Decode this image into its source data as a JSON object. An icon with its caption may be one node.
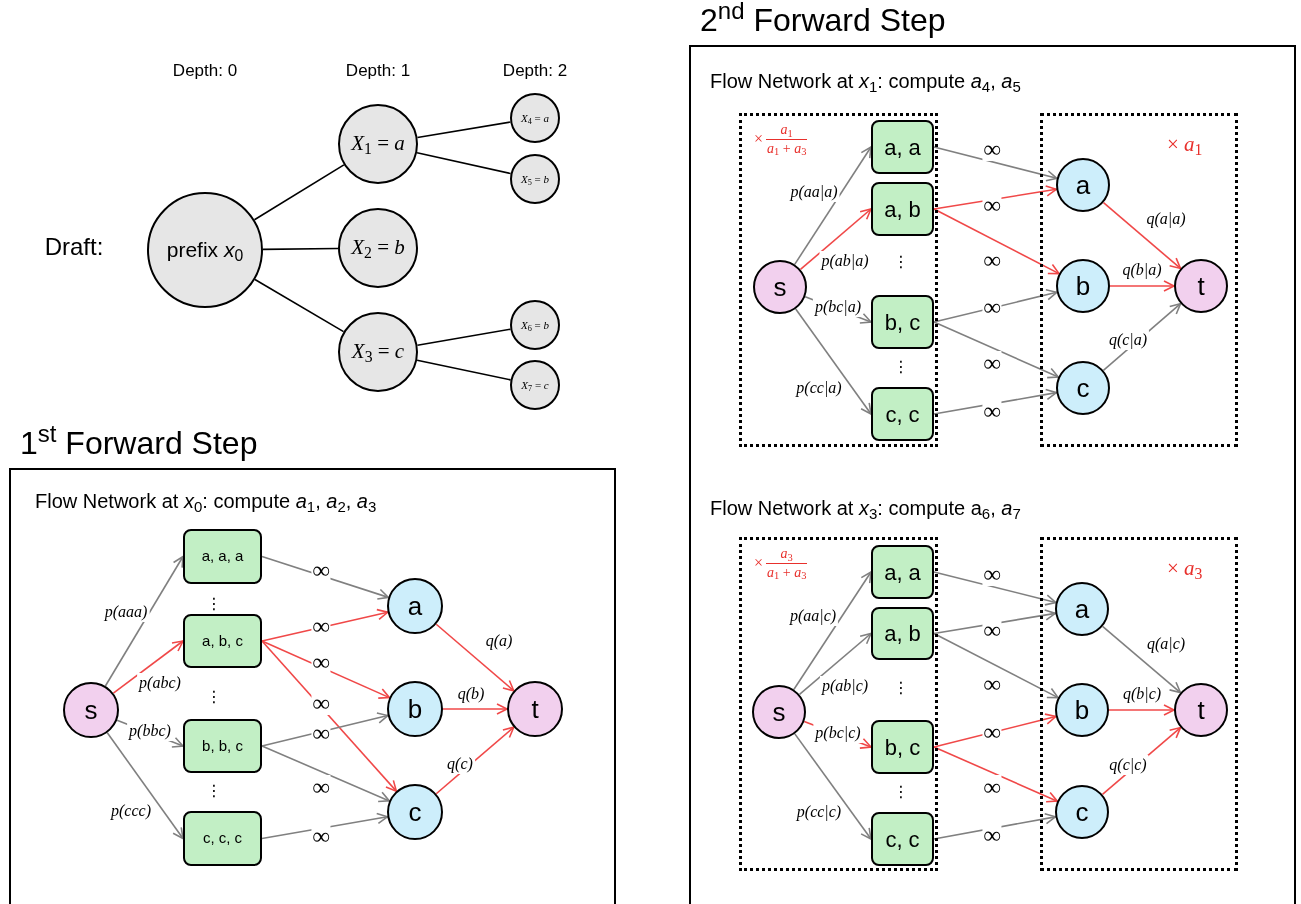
{
  "diagram": {
    "nodes": [
      {
        "text": [
          "prefix *x*$_{0}$"
        ]
      },
      {
        "text": [
          "*X*$_{1}$ = *a*"
        ]
      },
      {
        "text": [
          "*X*$_{2}$ = *b*"
        ]
      },
      {
        "text": [
          "*X*$_{3}$ = *c*"
        ]
      },
      {
        "text": [
          "*X*$_{4}$ = *a*"
        ]
      },
      {
        "text": [
          "*X*$_{5}$ = *b*"
        ]
      },
      {
        "text": [
          "*X*$_{6}$ = *b*"
        ]
      },
      {
        "text": [
          "*X*$_{7}$ = *c*"
        ]
      },
      {
        "text": [
          "1$^{st}$ Forward Step",
          "Flow Network at *x*$_{0}$: compute *a*$_{1}$, *a*$_{2}$, *a*$_{3}$"
        ]
      },
      {
        "text": [
          "s"
        ],
        "in": 8
      },
      {
        "text": [
          "a, a, a"
        ],
        "in": 8
      },
      {
        "text": [
          "a, b, c"
        ],
        "in": 8
      },
      {
        "text": [
          "b, b, c"
        ],
        "in": 8
      },
      {
        "text": [
          "c, c, c"
        ],
        "in": 8
      },
      {
        "text": [
          "a"
        ],
        "in": 8
      },
      {
        "text": [
          "b"
        ],
        "in": 8
      },
      {
        "text": [
          "c"
        ],
        "in": 8
      },
      {
        "text": [
          "t"
        ],
        "in": 8
      },
      {
        "text": [
          "2$^{nd}$ Forward Step"
        ]
      },
      {
        "text": [
          "×",
          "*a*$_{1}$",
          "*a*$_{1}$ + *a*$_{3}$"
        ],
        "in": 18
      },
      {
        "text": [
          "s"
        ],
        "in": 19
      },
      {
        "text": [
          "a, a"
        ],
        "in": 19
      },
      {
        "text": [
          "a, b"
        ],
        "in": 19
      },
      {
        "text": [
          "b, c"
        ],
        "in": 19
      },
      {
        "text": [
          "c, c"
        ],
        "in": 19
      },
      {
        "text": [
          "× *a*$_{1}$"
        ],
        "in": 18
      },
      {
        "text": [
          "a"
        ],
        "in": 25
      },
      {
        "text": [
          "b"
        ],
        "in": 25
      },
      {
        "text": [
          "c"
        ],
        "in": 25
      },
      {
        "text": [
          "t"
        ],
        "in": 25
      },
      {
        "text": [
          "×",
          "*a*$_{3}$",
          "*a*$_{1}$ + *a*$_{3}$"
        ],
        "in": 18
      },
      {
        "text": [
          "s"
        ],
        "in": 30
      },
      {
        "text": [
          "a, a"
        ],
        "in": 30
      },
      {
        "text": [
          "a, b"
        ],
        "in": 30
      },
      {
        "text": [
          "b, c"
        ],
        "in": 30
      },
      {
        "text": [
          "c, c"
        ],
        "in": 30
      },
      {
        "text": [
          "× *a*$_{3}$"
        ],
        "in": 18
      },
      {
        "text": [
          "a"
        ],
        "in": 36
      },
      {
        "text": [
          "b"
        ],
        "in": 36
      },
      {
        "text": [
          "c"
        ],
        "in": 36
      },
      {
        "text": [
          "t"
        ],
        "in": 36
      }
    ],
    "edges": [
      {
        "from": 0,
        "to": 1,
        "arrow": "none",
        "color": "#000000"
      },
      {
        "from": 0,
        "to": 2,
        "arrow": "none",
        "color": "#000000"
      },
      {
        "from": 0,
        "to": 3,
        "arrow": "none",
        "color": "#000000"
      },
      {
        "from": 1,
        "to": 4,
        "arrow": "none",
        "color": "#000000"
      },
      {
        "from": 1,
        "to": 5,
        "arrow": "none",
        "color": "#000000"
      },
      {
        "from": 3,
        "to": 6,
        "arrow": "none",
        "color": "#000000"
      },
      {
        "from": 3,
        "to": 7,
        "arrow": "none",
        "color": "#000000"
      },
      {
        "from": 9,
        "to": 10,
        "arrow": "to",
        "label": "p(aaa)",
        "color": "#808080"
      },
      {
        "from": 9,
        "to": 11,
        "arrow": "to",
        "label": "p(abc)",
        "color": "#f04848"
      },
      {
        "from": 9,
        "to": 12,
        "arrow": "to",
        "label": "p(bbc)",
        "color": "#808080"
      },
      {
        "from": 9,
        "to": 13,
        "arrow": "to",
        "label": "p(ccc)",
        "color": "#808080"
      },
      {
        "from": 10,
        "to": 14,
        "arrow": "to",
        "label": "∞",
        "color": "#808080"
      },
      {
        "from": 11,
        "to": 14,
        "arrow": "to",
        "label": "∞",
        "color": "#f04848"
      },
      {
        "from": 11,
        "to": 15,
        "arrow": "to",
        "label": "∞",
        "color": "#f04848"
      },
      {
        "from": 11,
        "to": 16,
        "arrow": "to",
        "label": "∞",
        "color": "#f04848"
      },
      {
        "from": 12,
        "to": 15,
        "arrow": "to",
        "label": "∞",
        "color": "#808080"
      },
      {
        "from": 12,
        "to": 16,
        "arrow": "to",
        "label": "∞",
        "color": "#808080"
      },
      {
        "from": 13,
        "to": 16,
        "arrow": "to",
        "label": "∞",
        "color": "#808080"
      },
      {
        "from": 14,
        "to": 17,
        "arrow": "to",
        "label": "q(a)",
        "color": "#f04848"
      },
      {
        "from": 15,
        "to": 17,
        "arrow": "to",
        "label": "q(b)",
        "color": "#f04848"
      },
      {
        "from": 16,
        "to": 17,
        "arrow": "to",
        "label": "q(c)",
        "color": "#f04848"
      },
      {
        "from": 20,
        "to": 21,
        "arrow": "to",
        "label": "p(aa|a)",
        "color": "#808080"
      },
      {
        "from": 20,
        "to": 22,
        "arrow": "to",
        "label": "p(ab|a)",
        "color": "#f04848"
      },
      {
        "from": 20,
        "to": 23,
        "arrow": "to",
        "label": "p(bc|a)",
        "color": "#808080"
      },
      {
        "from": 20,
        "to": 24,
        "arrow": "to",
        "label": "p(cc|a)",
        "color": "#808080"
      },
      {
        "from": 21,
        "to": 26,
        "arrow": "to",
        "label": "∞",
        "color": "#808080"
      },
      {
        "from": 22,
        "to": 26,
        "arrow": "to",
        "label": "∞",
        "color": "#f04848"
      },
      {
        "from": 22,
        "to": 27,
        "arrow": "to",
        "label": "∞",
        "color": "#f04848"
      },
      {
        "from": 23,
        "to": 27,
        "arrow": "to",
        "label": "∞",
        "color": "#808080"
      },
      {
        "from": 23,
        "to": 28,
        "arrow": "to",
        "label": "∞",
        "color": "#808080"
      },
      {
        "from": 24,
        "to": 28,
        "arrow": "to",
        "label": "∞",
        "color": "#808080"
      },
      {
        "from": 26,
        "to": 29,
        "arrow": "to",
        "label": "q(a|a)",
        "color": "#f04848"
      },
      {
        "from": 27,
        "to": 29,
        "arrow": "to",
        "label": "q(b|a)",
        "color": "#f04848"
      },
      {
        "from": 28,
        "to": 29,
        "arrow": "to",
        "label": "q(c|a)",
        "color": "#808080"
      },
      {
        "from": 31,
        "to": 32,
        "arrow": "to",
        "label": "p(aa|c)",
        "color": "#808080"
      },
      {
        "from": 31,
        "to": 33,
        "arrow": "to",
        "label": "p(ab|c)",
        "color": "#808080"
      },
      {
        "from": 31,
        "to": 34,
        "arrow": "to",
        "label": "p(bc|c)",
        "color": "#f04848"
      },
      {
        "from": 31,
        "to": 35,
        "arrow": "to",
        "label": "p(cc|c)",
        "color": "#808080"
      },
      {
        "from": 32,
        "to": 37,
        "arrow": "to",
        "label": "∞",
        "color": "#808080"
      },
      {
        "from": 33,
        "to": 37,
        "arrow": "to",
        "label": "∞",
        "color": "#808080"
      },
      {
        "from": 33,
        "to": 38,
        "arrow": "to",
        "label": "∞",
        "color": "#808080"
      },
      {
        "from": 34,
        "to": 38,
        "arrow": "to",
        "label": "∞",
        "color": "#f04848"
      },
      {
        "from": 34,
        "to": 39,
        "arrow": "to",
        "label": "∞",
        "color": "#f04848"
      },
      {
        "from": 35,
        "to": 39,
        "arrow": "to",
        "label": "∞",
        "color": "#808080"
      },
      {
        "from": 37,
        "to": 40,
        "arrow": "to",
        "label": "q(a|c)",
        "color": "#808080"
      },
      {
        "from": 38,
        "to": 40,
        "arrow": "to",
        "label": "q(b|c)",
        "color": "#f04848"
      },
      {
        "from": 39,
        "to": 40,
        "arrow": "to",
        "label": "q(c|c)",
        "color": "#f04848"
      }
    ],
    "labels": [
      "Depth: 0",
      "Depth: 1",
      "Depth: 2",
      "Draft:",
      "⋮",
      "⋮",
      "⋮",
      "Flow Network at *x*$_{1}$: compute *a*$_{4}$, *a*$_{5}$",
      "⋮",
      "⋮",
      "Flow Network at *x*$_{3}$: compute a$_{6}$, *a*$_{7}$",
      "⋮",
      "⋮"
    ]
  }
}
